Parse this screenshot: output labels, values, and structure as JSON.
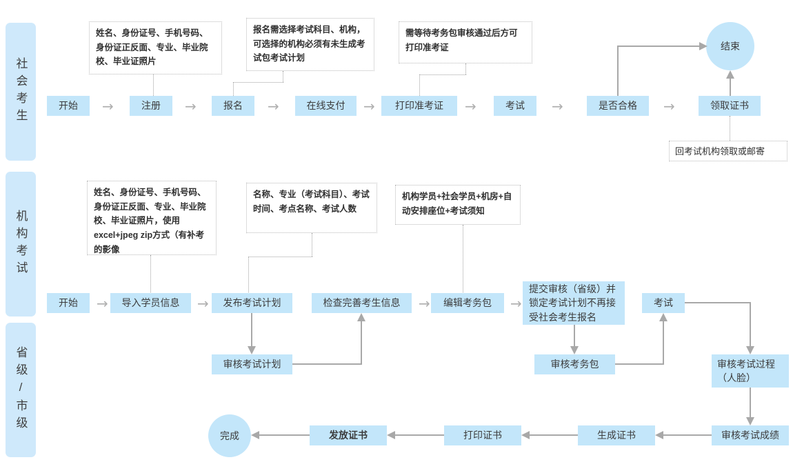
{
  "lanes": [
    {
      "label": "社会考生"
    },
    {
      "label": "机构考试"
    },
    {
      "label": "省级/市级"
    }
  ],
  "rows": {
    "candidate": {
      "nodes": [
        {
          "label": "开始"
        },
        {
          "label": "注册"
        },
        {
          "label": "报名"
        },
        {
          "label": "在线支付"
        },
        {
          "label": "打印准考证"
        },
        {
          "label": "考试"
        },
        {
          "label": "是否合格"
        },
        {
          "label": "领取证书"
        }
      ],
      "end_circle": "结束",
      "notes": [
        {
          "text": "姓名、身份证号、手机号码、身份证正反面、专业、毕业院校、毕业证照片"
        },
        {
          "text": "报名需选择考试科目、机构，可选择的机构必须有未生成考试包考试计划"
        },
        {
          "text": "需等待考务包审核通过后方可打印准考证"
        },
        {
          "text": "回考试机构领取或邮寄"
        }
      ]
    },
    "institution": {
      "notes": [
        {
          "text": "姓名、身份证号、手机号码、身份证正反面、专业、毕业院校、毕业证照片，使用excel+jpeg zip方式（有补考的影像"
        },
        {
          "text": "名称、专业（考试科目）、考试时间、考点名称、考试人数"
        },
        {
          "text": "机构学员+社会学员+机房+自动安排座位+考试须知"
        }
      ],
      "nodes": [
        {
          "label": "开始"
        },
        {
          "label": "导入学员信息"
        },
        {
          "label": "发布考试计划"
        },
        {
          "label": "检查完善考生信息"
        },
        {
          "label": "编辑考务包"
        },
        {
          "label": "提交审核（省级）并锁定考试计划不再接受社会考生报名"
        },
        {
          "label": "考试"
        }
      ]
    },
    "province": {
      "nodes": [
        {
          "label": "审核考试计划"
        },
        {
          "label": "审核考务包"
        },
        {
          "label": "审核考试过程\n（人脸）"
        },
        {
          "label": "审核考试成绩"
        },
        {
          "label": "生成证书"
        },
        {
          "label": "打印证书"
        },
        {
          "label": "发放证书"
        }
      ],
      "finish_circle": "完成"
    }
  },
  "colors": {
    "node_fill": "#c3e6fa",
    "lane_fill": "#cfe9fb",
    "connector": "#a8a8a8",
    "note_border": "#b9b9b9"
  }
}
